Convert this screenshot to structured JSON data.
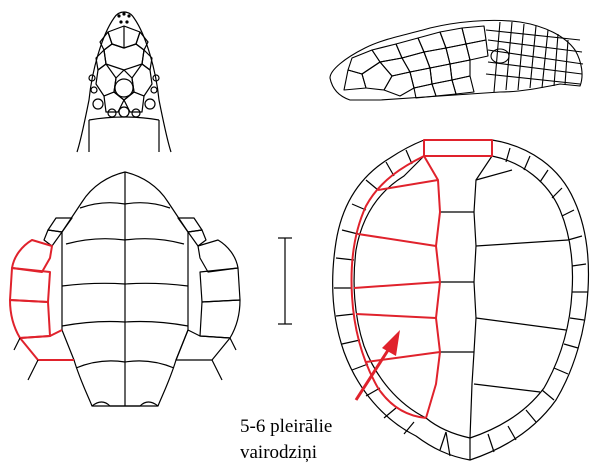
{
  "colors": {
    "line": "#000000",
    "highlight": "#e0222c",
    "background": "#ffffff"
  },
  "annotation": {
    "line1": "5-6 pleirālie",
    "line2": "vairodziņi"
  },
  "figures": [
    {
      "name": "head-top-view"
    },
    {
      "name": "head-side-view"
    },
    {
      "name": "plastron-ventral-view"
    },
    {
      "name": "scale-bar"
    },
    {
      "name": "carapace-dorsal-view"
    }
  ]
}
